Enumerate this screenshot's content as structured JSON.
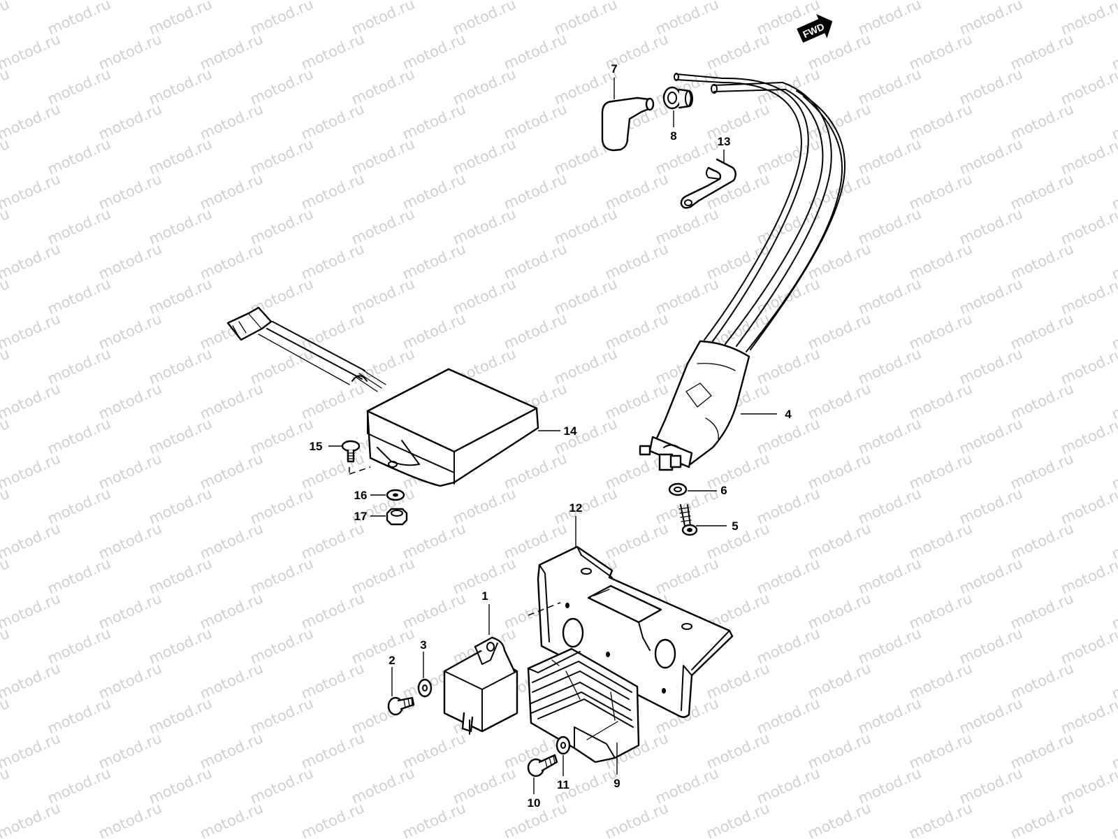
{
  "watermark": "motod.ru",
  "direction_arrow": {
    "label": "FWD",
    "icon": "forward-arrow-icon"
  },
  "callouts": [
    "1",
    "2",
    "3",
    "4",
    "5",
    "6",
    "7",
    "8",
    "9",
    "10",
    "11",
    "12",
    "13",
    "14",
    "15",
    "16",
    "17"
  ],
  "colors": {
    "ink": "#000000",
    "paper": "#ffffff",
    "watermark": "#cfcfcf"
  }
}
